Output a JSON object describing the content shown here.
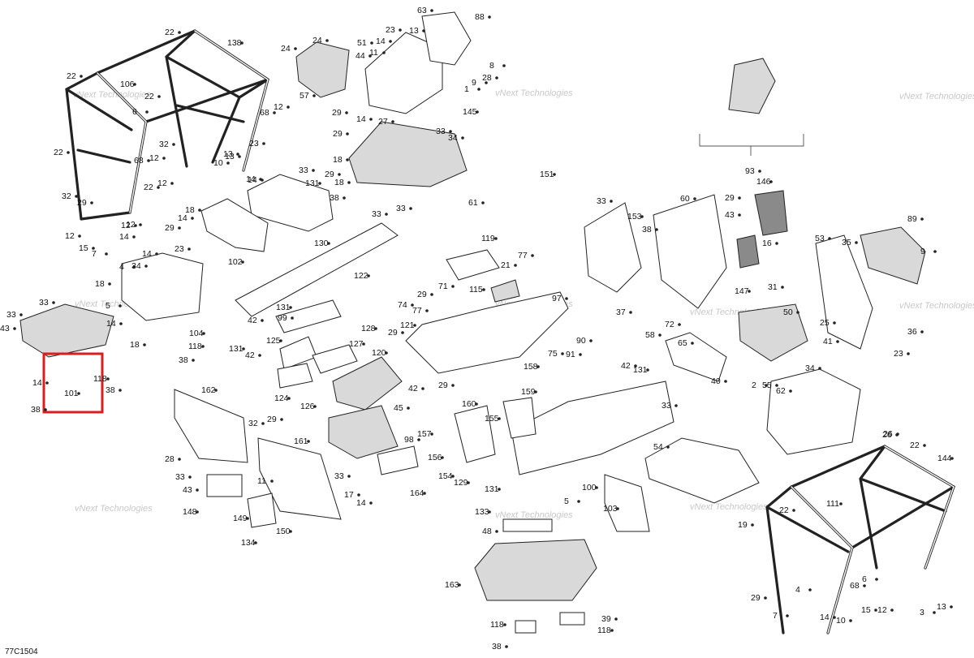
{
  "diagram_code": "77C1504",
  "watermark": "vNext Technologies",
  "highlight_part": "101",
  "callouts": [
    {
      "id": "c1",
      "label": "22"
    },
    {
      "id": "c2",
      "label": "138"
    },
    {
      "id": "c3",
      "label": "22"
    },
    {
      "id": "c4",
      "label": "106"
    },
    {
      "id": "c5",
      "label": "6"
    },
    {
      "id": "c6",
      "label": "22"
    },
    {
      "id": "c7",
      "label": "68"
    },
    {
      "id": "c8",
      "label": "12"
    },
    {
      "id": "c9",
      "label": "22"
    },
    {
      "id": "c10",
      "label": "32"
    },
    {
      "id": "c11",
      "label": "29"
    },
    {
      "id": "c12",
      "label": "12"
    },
    {
      "id": "c13",
      "label": "15"
    },
    {
      "id": "c14",
      "label": "7"
    },
    {
      "id": "c15",
      "label": "14"
    },
    {
      "id": "c16",
      "label": "12"
    },
    {
      "id": "c17",
      "label": "68"
    },
    {
      "id": "c18",
      "label": "12"
    },
    {
      "id": "c19",
      "label": "32"
    },
    {
      "id": "c20",
      "label": "13"
    },
    {
      "id": "c21",
      "label": "23"
    },
    {
      "id": "c22",
      "label": "10"
    },
    {
      "id": "c23",
      "label": "14"
    },
    {
      "id": "c24",
      "label": "12"
    },
    {
      "id": "c25",
      "label": "22"
    },
    {
      "id": "c26",
      "label": "12"
    },
    {
      "id": "c27",
      "label": "13"
    },
    {
      "id": "c28",
      "label": "14"
    },
    {
      "id": "c29",
      "label": "24"
    },
    {
      "id": "c30",
      "label": "24"
    },
    {
      "id": "c31",
      "label": "51"
    },
    {
      "id": "c32",
      "label": "44"
    },
    {
      "id": "c33",
      "label": "57"
    },
    {
      "id": "c34",
      "label": "29"
    },
    {
      "id": "c35",
      "label": "11"
    },
    {
      "id": "c36",
      "label": "23"
    },
    {
      "id": "c37",
      "label": "13"
    },
    {
      "id": "c38",
      "label": "14"
    },
    {
      "id": "c39",
      "label": "63"
    },
    {
      "id": "c40",
      "label": "88"
    },
    {
      "id": "c41",
      "label": "8"
    },
    {
      "id": "c42",
      "label": "1"
    },
    {
      "id": "c43",
      "label": "9"
    },
    {
      "id": "c44",
      "label": "28"
    },
    {
      "id": "c45",
      "label": "145"
    },
    {
      "id": "c46",
      "label": "27"
    },
    {
      "id": "c47",
      "label": "14"
    },
    {
      "id": "c48",
      "label": "33"
    },
    {
      "id": "c49",
      "label": "34"
    },
    {
      "id": "c50",
      "label": "29"
    },
    {
      "id": "c51",
      "label": "18"
    },
    {
      "id": "c52",
      "label": "29"
    },
    {
      "id": "c53",
      "label": "18"
    },
    {
      "id": "c54",
      "label": "38"
    },
    {
      "id": "c55",
      "label": "33"
    },
    {
      "id": "c56",
      "label": "61"
    },
    {
      "id": "c57",
      "label": "33"
    },
    {
      "id": "c58",
      "label": "131"
    },
    {
      "id": "c59",
      "label": "130"
    },
    {
      "id": "c60",
      "label": "18"
    },
    {
      "id": "c61",
      "label": "29"
    },
    {
      "id": "c62",
      "label": "14"
    },
    {
      "id": "c63",
      "label": "23"
    },
    {
      "id": "c64",
      "label": "102"
    },
    {
      "id": "c65",
      "label": "14"
    },
    {
      "id": "c66",
      "label": "18"
    },
    {
      "id": "c67",
      "label": "4"
    },
    {
      "id": "c68",
      "label": "34"
    },
    {
      "id": "c69",
      "label": "33"
    },
    {
      "id": "c70",
      "label": "43"
    },
    {
      "id": "c71",
      "label": "5"
    },
    {
      "id": "c72",
      "label": "14"
    },
    {
      "id": "c73",
      "label": "18"
    },
    {
      "id": "c74",
      "label": "118"
    },
    {
      "id": "c75",
      "label": "104"
    },
    {
      "id": "c76",
      "label": "38"
    },
    {
      "id": "c77",
      "label": "101"
    },
    {
      "id": "c78",
      "label": "118"
    },
    {
      "id": "c79",
      "label": "38"
    },
    {
      "id": "c80",
      "label": "38"
    },
    {
      "id": "c81",
      "label": "14"
    },
    {
      "id": "c82",
      "label": "33"
    },
    {
      "id": "c83",
      "label": "131"
    },
    {
      "id": "c84",
      "label": "42"
    },
    {
      "id": "c85",
      "label": "122"
    },
    {
      "id": "c86",
      "label": "33"
    },
    {
      "id": "c87",
      "label": "99"
    },
    {
      "id": "c88",
      "label": "131"
    },
    {
      "id": "c89",
      "label": "42"
    },
    {
      "id": "c90",
      "label": "128"
    },
    {
      "id": "c91",
      "label": "127"
    },
    {
      "id": "c92",
      "label": "125"
    },
    {
      "id": "c93",
      "label": "124"
    },
    {
      "id": "c94",
      "label": "126"
    },
    {
      "id": "c95",
      "label": "120"
    },
    {
      "id": "c96",
      "label": "162"
    },
    {
      "id": "c97",
      "label": "28"
    },
    {
      "id": "c98",
      "label": "33"
    },
    {
      "id": "c99",
      "label": "43"
    },
    {
      "id": "c100",
      "label": "148"
    },
    {
      "id": "c101",
      "label": "149"
    },
    {
      "id": "c102",
      "label": "134"
    },
    {
      "id": "c103",
      "label": "150"
    },
    {
      "id": "c104",
      "label": "161"
    },
    {
      "id": "c105",
      "label": "32"
    },
    {
      "id": "c106",
      "label": "29"
    },
    {
      "id": "c107",
      "label": "11"
    },
    {
      "id": "c108",
      "label": "33"
    },
    {
      "id": "c109",
      "label": "17"
    },
    {
      "id": "c110",
      "label": "14"
    },
    {
      "id": "c111",
      "label": "119"
    },
    {
      "id": "c112",
      "label": "74"
    },
    {
      "id": "c113",
      "label": "77"
    },
    {
      "id": "c114",
      "label": "71"
    },
    {
      "id": "c115",
      "label": "115"
    },
    {
      "id": "c116",
      "label": "21"
    },
    {
      "id": "c117",
      "label": "29"
    },
    {
      "id": "c118",
      "label": "77"
    },
    {
      "id": "c119",
      "label": "121"
    },
    {
      "id": "c120",
      "label": "29"
    },
    {
      "id": "c121",
      "label": "42"
    },
    {
      "id": "c122",
      "label": "29"
    },
    {
      "id": "c123",
      "label": "98"
    },
    {
      "id": "c124",
      "label": "45"
    },
    {
      "id": "c125",
      "label": "157"
    },
    {
      "id": "c126",
      "label": "160"
    },
    {
      "id": "c127",
      "label": "156"
    },
    {
      "id": "c128",
      "label": "154"
    },
    {
      "id": "c129",
      "label": "129"
    },
    {
      "id": "c130",
      "label": "155"
    },
    {
      "id": "c131",
      "label": "131"
    },
    {
      "id": "c132",
      "label": "164"
    },
    {
      "id": "c133",
      "label": "158"
    },
    {
      "id": "c134",
      "label": "159"
    },
    {
      "id": "c135",
      "label": "97"
    },
    {
      "id": "c136",
      "label": "75"
    },
    {
      "id": "c137",
      "label": "91"
    },
    {
      "id": "c138",
      "label": "90"
    },
    {
      "id": "c139",
      "label": "42"
    },
    {
      "id": "c140",
      "label": "131"
    },
    {
      "id": "c141",
      "label": "33"
    },
    {
      "id": "c142",
      "label": "100"
    },
    {
      "id": "c143",
      "label": "151"
    },
    {
      "id": "c144",
      "label": "153"
    },
    {
      "id": "c145",
      "label": "33"
    },
    {
      "id": "c146",
      "label": "38"
    },
    {
      "id": "c147",
      "label": "37"
    },
    {
      "id": "c148",
      "label": "58"
    },
    {
      "id": "c149",
      "label": "72"
    },
    {
      "id": "c150",
      "label": "65"
    },
    {
      "id": "c151",
      "label": "60"
    },
    {
      "id": "c152",
      "label": "93"
    },
    {
      "id": "c153",
      "label": "146"
    },
    {
      "id": "c154",
      "label": "147"
    },
    {
      "id": "c155",
      "label": "31"
    },
    {
      "id": "c156",
      "label": "89"
    },
    {
      "id": "c157",
      "label": "53"
    },
    {
      "id": "c158",
      "label": "35"
    },
    {
      "id": "c159",
      "label": "36"
    },
    {
      "id": "c160",
      "label": "40"
    },
    {
      "id": "c161",
      "label": "55"
    },
    {
      "id": "c162",
      "label": "62"
    },
    {
      "id": "c163",
      "label": "34"
    },
    {
      "id": "c164",
      "label": "26"
    },
    {
      "id": "c165",
      "label": "54"
    },
    {
      "id": "c166",
      "label": "103"
    },
    {
      "id": "c167",
      "label": "133"
    },
    {
      "id": "c168",
      "label": "48"
    },
    {
      "id": "c169",
      "label": "163"
    },
    {
      "id": "c170",
      "label": "39"
    },
    {
      "id": "c171",
      "label": "118"
    },
    {
      "id": "c172",
      "label": "118"
    },
    {
      "id": "c173",
      "label": "38"
    },
    {
      "id": "c174",
      "label": "144"
    },
    {
      "id": "c175",
      "label": "111"
    },
    {
      "id": "c176",
      "label": "22"
    },
    {
      "id": "c177",
      "label": "68"
    },
    {
      "id": "c178",
      "label": "29"
    },
    {
      "id": "c179",
      "label": "4"
    },
    {
      "id": "c180",
      "label": "15"
    },
    {
      "id": "c181",
      "label": "12"
    },
    {
      "id": "c182",
      "label": "3"
    },
    {
      "id": "c183",
      "label": "13"
    },
    {
      "id": "c184",
      "label": "7"
    },
    {
      "id": "c185",
      "label": "14"
    },
    {
      "id": "c186",
      "label": "10"
    },
    {
      "id": "c187",
      "label": "6"
    },
    {
      "id": "c188",
      "label": "22"
    },
    {
      "id": "c189",
      "label": "41"
    },
    {
      "id": "c190",
      "label": "50"
    },
    {
      "id": "c191",
      "label": "25"
    },
    {
      "id": "c192",
      "label": "23"
    },
    {
      "id": "c193",
      "label": "43"
    },
    {
      "id": "c194",
      "label": "29"
    },
    {
      "id": "c195",
      "label": "2"
    },
    {
      "id": "c196",
      "label": "16"
    },
    {
      "id": "c197",
      "label": "9"
    },
    {
      "id": "c198",
      "label": "5"
    },
    {
      "id": "c199",
      "label": "19"
    },
    {
      "id": "c200",
      "label": "26"
    }
  ]
}
